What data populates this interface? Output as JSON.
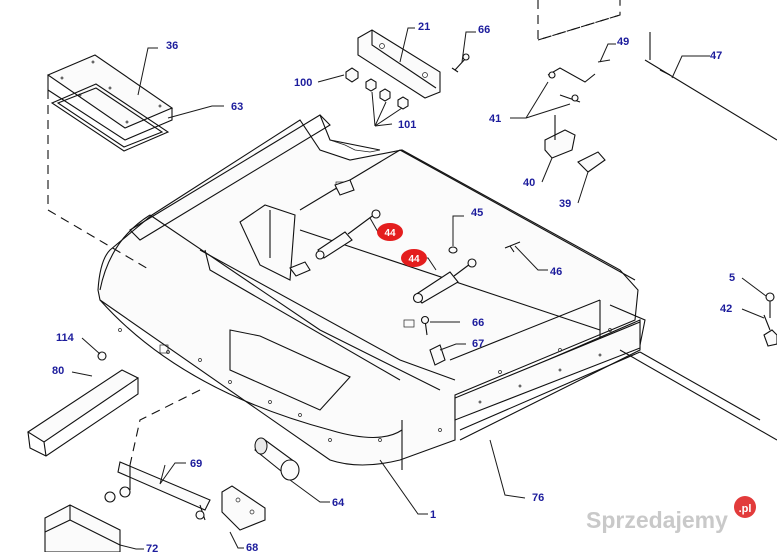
{
  "diagram": {
    "part_numbers": [
      "1",
      "5",
      "21",
      "36",
      "39",
      "40",
      "41",
      "42",
      "44",
      "45",
      "46",
      "47",
      "49",
      "63",
      "64",
      "66",
      "67",
      "68",
      "69",
      "72",
      "76",
      "80",
      "100",
      "101",
      "114"
    ],
    "highlighted_part": "44",
    "highlight_color": "#e41e1e",
    "label_color": "#1c1c9c",
    "line_color": "#111111"
  },
  "watermark": {
    "text": "Sprzedajemy",
    "suffix": ".pl"
  }
}
